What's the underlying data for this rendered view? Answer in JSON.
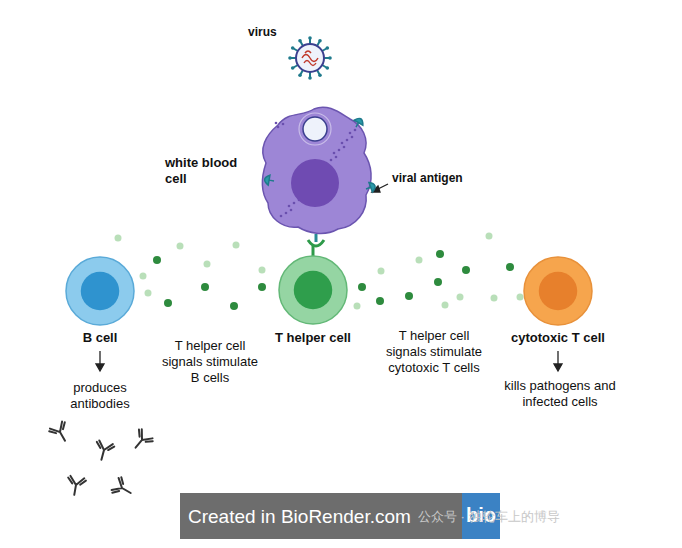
{
  "diagram": {
    "nodes": [
      {
        "text": [
          "virus"
        ]
      },
      {
        "text": [
          "white blood cell"
        ]
      },
      {
        "text": [
          "B cell"
        ]
      },
      {
        "text": [
          "T helper cell"
        ]
      },
      {
        "text": [
          "cytotoxic T cell"
        ]
      }
    ],
    "edges": [
      {
        "from": 1,
        "to": 3,
        "arrow": "none"
      }
    ],
    "labels": [
      "viral antigen",
      "produces antibodies",
      "T helper cell signals stimulate B cells",
      "T helper cell signals stimulate cytotoxic T cells",
      "kills pathogens and infected cells",
      "Created in BioRender.com",
      "bio",
      "公众号 · 独轮车上的博导"
    ]
  }
}
